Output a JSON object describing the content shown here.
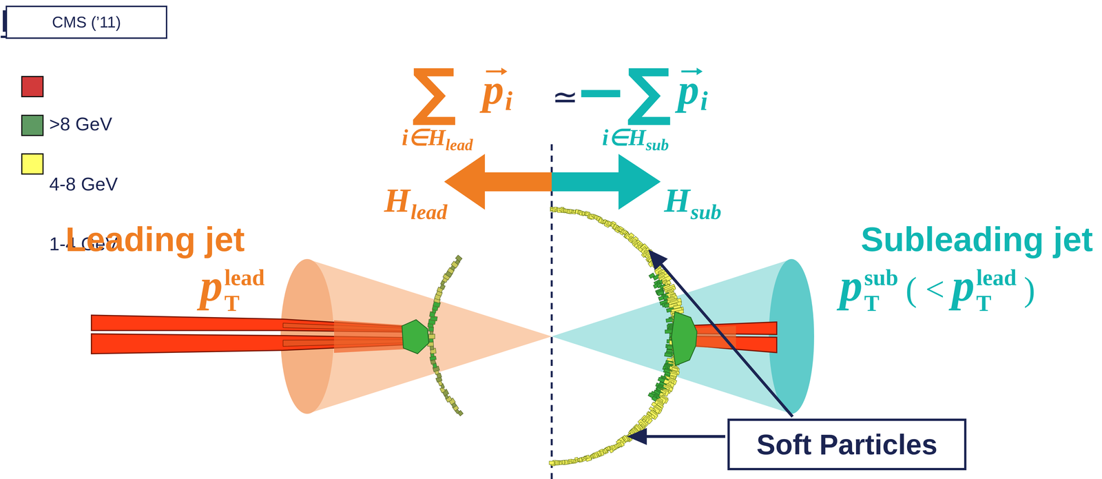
{
  "diagram": {
    "title": "Balance",
    "nodes": [
      {
        "text": [
          "CMS (’11)"
        ]
      },
      {
        "text": [
          "Soft Particles"
        ]
      }
    ],
    "labels": [
      "∑",
      "i∈H",
      "lead",
      "p",
      "i",
      "≃",
      "−∑",
      "i∈H",
      "sub",
      "p",
      "i",
      "H",
      "lead",
      "H",
      "sub",
      "Leading jet",
      "p",
      "T",
      "lead",
      "Subleading jet",
      "p",
      "T",
      "sub",
      "( <",
      "p",
      "T",
      "lead",
      ")"
    ],
    "legend": [
      {
        "text": ">8 GeV",
        "color": "#d23a3a"
      },
      {
        "text": "4-8 GeV",
        "color": "#5e9a62"
      },
      {
        "text": "1-4 GeV",
        "color": "#ffff66"
      }
    ]
  }
}
